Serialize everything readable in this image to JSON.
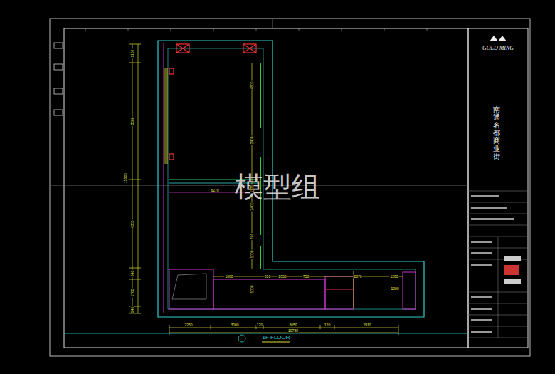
{
  "diagram": {
    "title": "南通名都商业街",
    "labels": [
      "模型组",
      "1F FLOOR",
      "GOLD MING",
      "1100",
      "3000",
      "15500",
      "4300",
      "540",
      "1700",
      "540",
      "2250",
      "3000",
      "120",
      "3650",
      "120",
      "2910",
      "10780",
      "6270",
      "4800",
      "2400",
      "1120",
      "2400",
      "750",
      "1000",
      "1000",
      "1000",
      "810",
      "2650",
      "750",
      "2870",
      "1200",
      "1200"
    ]
  }
}
